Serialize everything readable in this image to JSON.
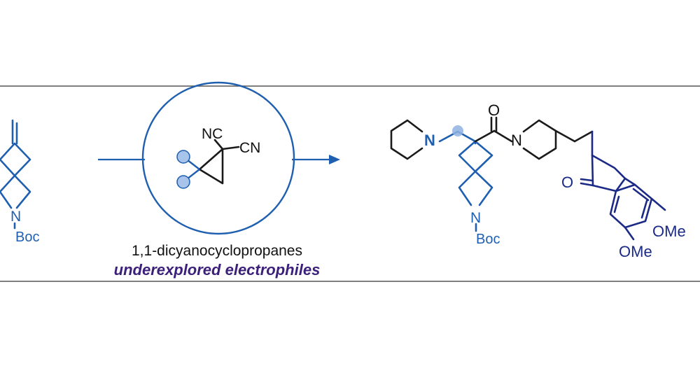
{
  "colors": {
    "blue": "#1f5fb0",
    "navy": "#1b2a86",
    "black": "#1a1a1a",
    "highlight_fill": "#8fb3e0",
    "dot_fill": "#a9c4ea",
    "purple_caption": "#3b1f7a",
    "frame": "#555555"
  },
  "start": {
    "n_label": "N",
    "boc_label": "Boc"
  },
  "reagent": {
    "nc_label": "NC",
    "cn_label": "CN",
    "caption_line1": "1,1-dicyanocyclopropanes",
    "caption_line2": "underexplored electrophiles"
  },
  "product": {
    "o_label_top": "O",
    "n_piperidine": "N",
    "n_amide": "N",
    "n_azetidine": "N",
    "boc_label": "Boc",
    "o_indanone": "O",
    "ome_right": "OMe",
    "ome_bottom": "OMe"
  }
}
